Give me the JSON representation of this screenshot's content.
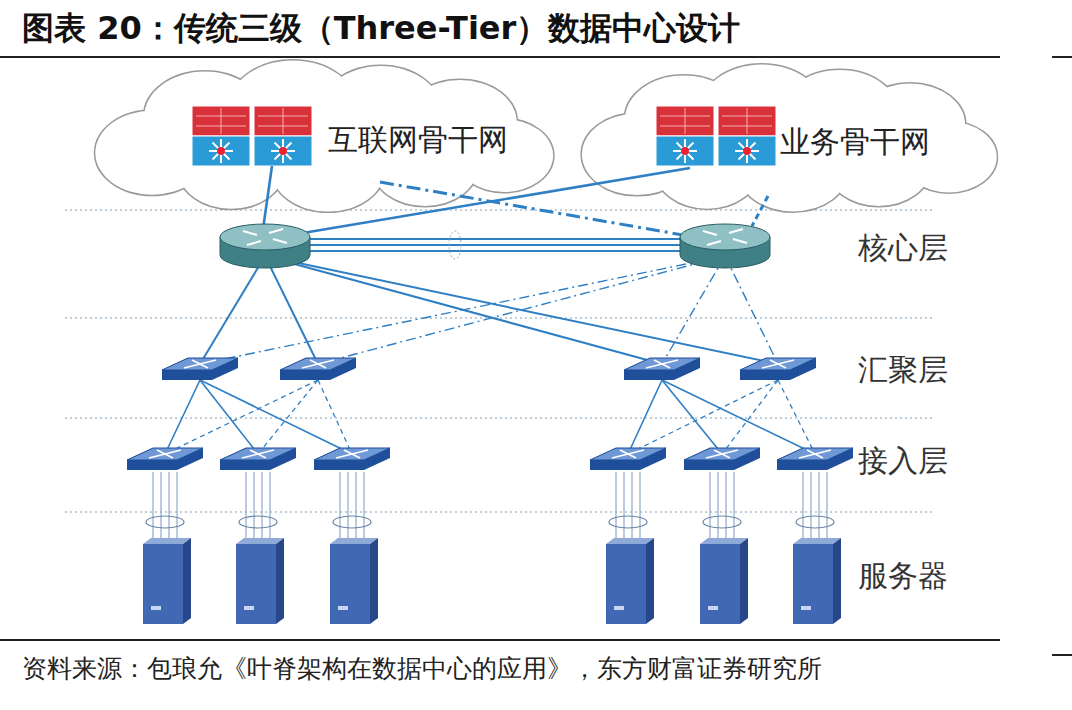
{
  "diagram": {
    "title": "图表 20：传统三级（Three-Tier）数据中心设计",
    "caption": "资料来源：包琅允《叶脊架构在数据中心的应用》，东方财富证券研究所",
    "nodes": [
      {
        "text": [
          "互联网骨干网"
        ]
      },
      {
        "text": [
          "业务骨干网"
        ]
      }
    ],
    "labels": [
      "核心层",
      "汇聚层",
      "接入层",
      "服务器"
    ]
  }
}
